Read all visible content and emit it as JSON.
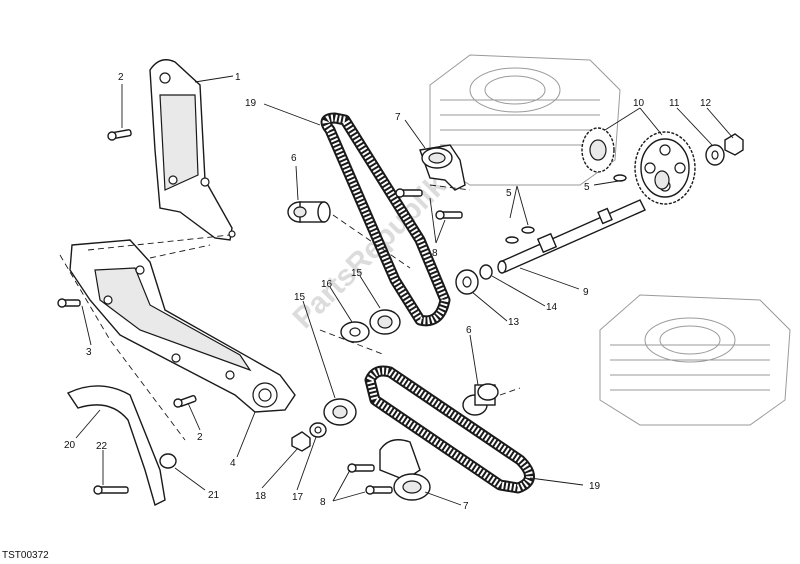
{
  "diagram": {
    "drawing_code": "TST00372",
    "watermark": "PartsRepublik",
    "callouts": {
      "c1": "1",
      "c2a": "2",
      "c2b": "2",
      "c3": "3",
      "c4": "4",
      "c5a": "5",
      "c5b": "5",
      "c6a": "6",
      "c6b": "6",
      "c7a": "7",
      "c7b": "7",
      "c8a": "8",
      "c8b": "8",
      "c9": "9",
      "c10": "10",
      "c11": "11",
      "c12": "12",
      "c13": "13",
      "c14": "14",
      "c15a": "15",
      "c15b": "15",
      "c16": "16",
      "c17": "17",
      "c18": "18",
      "c19a": "19",
      "c19b": "19",
      "c20": "20",
      "c21": "21",
      "c22": "22"
    }
  },
  "colors": {
    "line": "#1a1a1a",
    "ghost": "#9a9a9a",
    "background": "#ffffff"
  }
}
